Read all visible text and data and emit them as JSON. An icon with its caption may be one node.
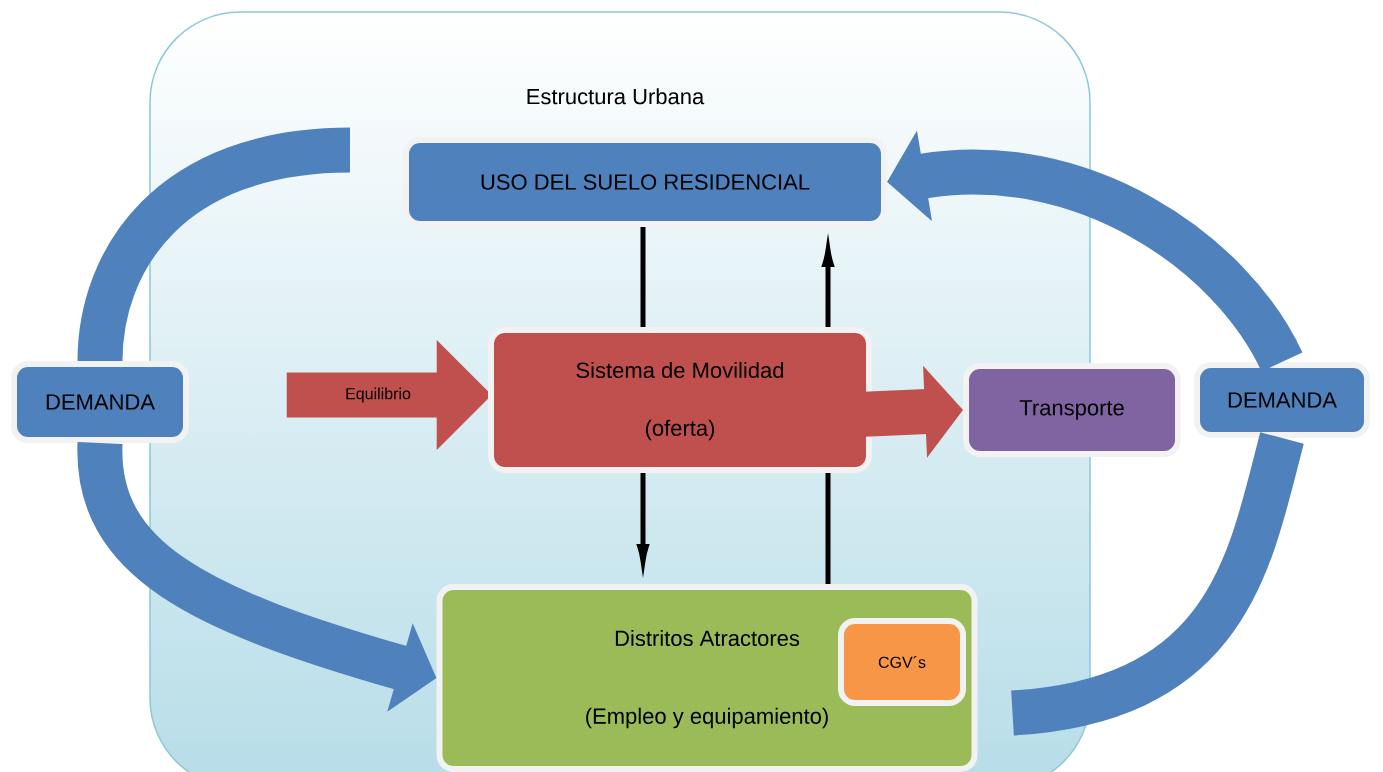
{
  "diagram": {
    "nodes": [
      {
        "text": [
          "Estructura Urbana"
        ]
      },
      {
        "text": [
          "USO DEL SUELO RESIDENCIAL"
        ],
        "in": 0
      },
      {
        "text": [
          "DEMANDA"
        ]
      },
      {
        "text": [
          "Equilibrio"
        ],
        "in": 0
      },
      {
        "text": [
          "Sistema de Movilidad",
          "(oferta)"
        ],
        "in": 0
      },
      {
        "text": [
          "Transporte"
        ]
      },
      {
        "text": [
          "DEMANDA"
        ]
      },
      {
        "text": [
          "Distritos Atractores",
          "(Empleo y equipamiento)"
        ],
        "in": 0
      },
      {
        "text": [
          "CGV´s"
        ],
        "in": 7
      }
    ],
    "edges": [
      {
        "from": 1,
        "to": 4,
        "arrow": "none",
        "color": "#000000"
      },
      {
        "from": 4,
        "to": 7,
        "arrow": "to",
        "color": "#000000"
      },
      {
        "from": 7,
        "to": 4,
        "arrow": "none",
        "color": "#000000"
      },
      {
        "from": 4,
        "to": 1,
        "arrow": "to",
        "color": "#000000"
      },
      {
        "from": 4,
        "to": 5,
        "arrow": "to",
        "color": "#c0504d"
      },
      {
        "from": null,
        "to": 2,
        "arrow": "none",
        "color": "#4f81bd"
      },
      {
        "from": 2,
        "to": 7,
        "arrow": "to",
        "color": "#4f81bd"
      },
      {
        "from": 7,
        "to": 6,
        "arrow": "none",
        "color": "#4f81bd"
      },
      {
        "from": 6,
        "to": 1,
        "arrow": "to",
        "color": "#4f81bd"
      }
    ]
  }
}
